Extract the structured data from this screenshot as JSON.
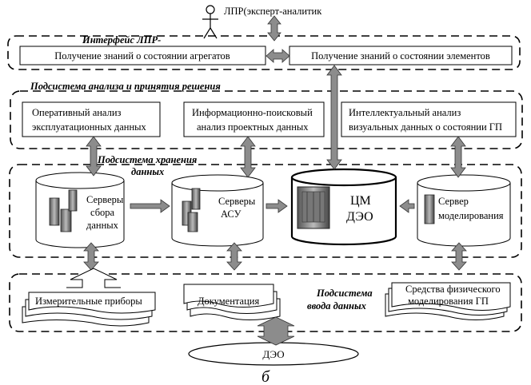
{
  "actor": {
    "label": "ЛПР(эксперт-аналитик"
  },
  "layers": {
    "interface": {
      "title": "Интерфейс ЛПР-",
      "boxes": [
        "Получение знаний о состоянии агрегатов",
        "Получение знаний о состоянии элементов"
      ]
    },
    "analysis": {
      "title": "Подсистема анализа и принятия решения",
      "boxes": [
        {
          "line1": "Оперативный анализ",
          "line2": "эксплуатационных данных"
        },
        {
          "line1": "Информационно-поисковый",
          "line2": "анализ проектных данных"
        },
        {
          "line1": "Интеллектуальный анализ",
          "line2": "визуальных данных о состоянии ГП"
        }
      ]
    },
    "storage": {
      "title_line1": "Подсистема хранения",
      "title_line2": "данных",
      "nodes": [
        {
          "line1": "Серверы",
          "line2": "сбора",
          "line3": "данных"
        },
        {
          "line1": "Серверы",
          "line2": "АСУ"
        },
        {
          "line1": "ЦМ",
          "line2": "ДЭО"
        },
        {
          "line1": "Сервер",
          "line2": "моделирования"
        }
      ]
    },
    "input": {
      "title_line1": "Подсистема",
      "title_line2": "ввода данных",
      "items": [
        "Измерительные приборы",
        "Документация",
        {
          "line1": "Средства физического",
          "line2": "моделирования ГП"
        }
      ]
    }
  },
  "object": {
    "label": "ДЭО"
  },
  "caption": "б",
  "colors": {
    "arrow_fill": "#8c8c8c",
    "stroke": "#000000",
    "background": "#ffffff"
  }
}
